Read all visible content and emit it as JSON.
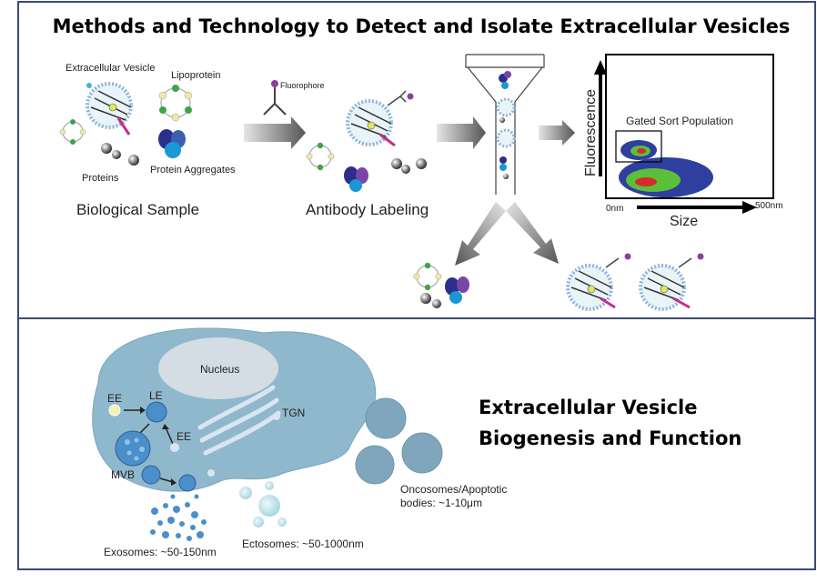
{
  "top_panel": {
    "title": "Methods and Technology to Detect and Isolate Extracellular Vesicles",
    "sample": {
      "extracellular_vesicle": "Extracellular Vesicle",
      "lipoprotein": "Lipoprotein",
      "proteins": "Proteins",
      "protein_aggregates": "Protein Aggregates",
      "caption": "Biological Sample"
    },
    "labeling": {
      "fluorophore": "Fluorophore",
      "caption": "Antibody Labeling"
    },
    "plot": {
      "y_label": "Fluorescence",
      "x_label": "Size",
      "x_min": "0nm",
      "x_max": "500nm",
      "gate_label": "Gated Sort Population"
    }
  },
  "bottom_panel": {
    "title_line1": "Extracellular Vesicle",
    "title_line2": "Biogenesis and Function",
    "nucleus": "Nucleus",
    "tgn": "TGN",
    "ee_1": "EE",
    "le": "LE",
    "ee_2": "EE",
    "mvb": "MVB",
    "exosomes": "Exosomes: ~50-150nm",
    "ectosomes": "Ectosomes: ~50-1000nm",
    "oncosomes_line1": "Oncosomes/Apoptotic",
    "oncosomes_line2": "bodies: ~1-10μm"
  },
  "colors": {
    "frame": "#3a4a7a",
    "cell": "#8fb8cc",
    "nucleus": "#d3dde3",
    "vesicle": "#4a8fc9",
    "scatter_outer": "#2e3f9e",
    "scatter_mid": "#5cbf3a",
    "scatter_core": "#d62a2a",
    "antibody": "#8a3fa0"
  }
}
